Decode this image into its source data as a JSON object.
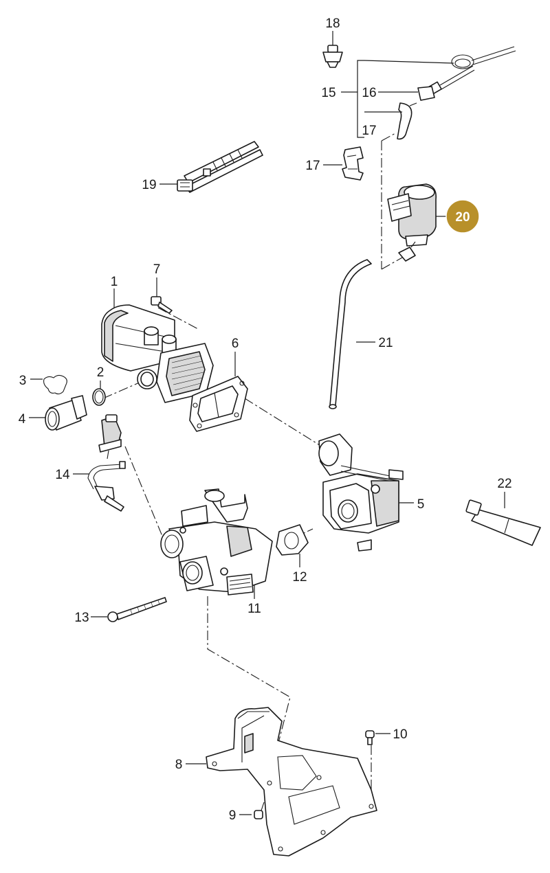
{
  "callouts": {
    "c1": "1",
    "c2": "2",
    "c3": "3",
    "c4": "4",
    "c5": "5",
    "c6": "6",
    "c7": "7",
    "c8": "8",
    "c9": "9",
    "c10": "10",
    "c11": "11",
    "c12": "12",
    "c13": "13",
    "c14": "14",
    "c15": "15",
    "c16": "16",
    "c17a": "17",
    "c17b": "17",
    "c18": "18",
    "c19": "19",
    "c20": "20",
    "c21": "21",
    "c22": "22"
  },
  "highlight": {
    "part": "20",
    "color": "#b8902a"
  }
}
